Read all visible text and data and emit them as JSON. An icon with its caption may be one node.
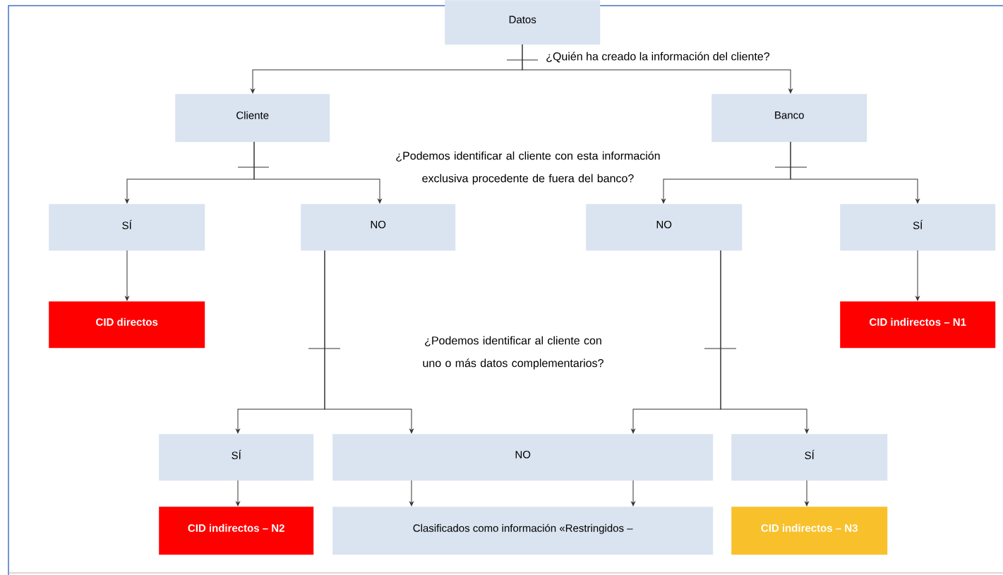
{
  "diagram": {
    "nodes": [
      {
        "text": [
          "Datos"
        ]
      },
      {
        "text": [
          "Cliente"
        ]
      },
      {
        "text": [
          "Banco"
        ]
      },
      {
        "text": [
          "SÍ"
        ]
      },
      {
        "text": [
          "NO"
        ]
      },
      {
        "text": [
          "NO"
        ]
      },
      {
        "text": [
          "SÍ"
        ]
      },
      {
        "text": [
          "CID directos"
        ]
      },
      {
        "text": [
          "CID indirectos – N1"
        ]
      },
      {
        "text": [
          "SÍ"
        ]
      },
      {
        "text": [
          "NO"
        ]
      },
      {
        "text": [
          "SÍ"
        ]
      },
      {
        "text": [
          "CID indirectos – N2"
        ]
      },
      {
        "text": [
          "Clasificados como información «Restringidos –"
        ]
      },
      {
        "text": [
          "CID indirectos – N3"
        ]
      }
    ],
    "edges": [
      {
        "from": 0,
        "to": 1,
        "arrow": "to"
      },
      {
        "from": 0,
        "to": 2,
        "arrow": "to"
      },
      {
        "from": 1,
        "to": 3,
        "arrow": "to"
      },
      {
        "from": 1,
        "to": 4,
        "arrow": "to"
      },
      {
        "from": 2,
        "to": 5,
        "arrow": "to"
      },
      {
        "from": 2,
        "to": 6,
        "arrow": "to"
      },
      {
        "from": 3,
        "to": 7,
        "arrow": "to"
      },
      {
        "from": 6,
        "to": 8,
        "arrow": "to"
      },
      {
        "from": 4,
        "to": 9,
        "arrow": "to"
      },
      {
        "from": 4,
        "to": 10,
        "arrow": "to"
      },
      {
        "from": 5,
        "to": 10,
        "arrow": "to"
      },
      {
        "from": 5,
        "to": 11,
        "arrow": "to"
      },
      {
        "from": 9,
        "to": 12,
        "arrow": "to"
      },
      {
        "from": 10,
        "to": 13,
        "arrow": "to"
      },
      {
        "from": 10,
        "to": 13,
        "arrow": "to"
      },
      {
        "from": 11,
        "to": 14,
        "arrow": "to"
      }
    ],
    "labels": [
      "¿Quién ha creado la información del cliente?",
      "¿Podemos identificar al cliente con esta información exclusiva procedente de fuera del banco?",
      "¿Podemos identificar al cliente con uno o más datos complementarios?"
    ]
  }
}
